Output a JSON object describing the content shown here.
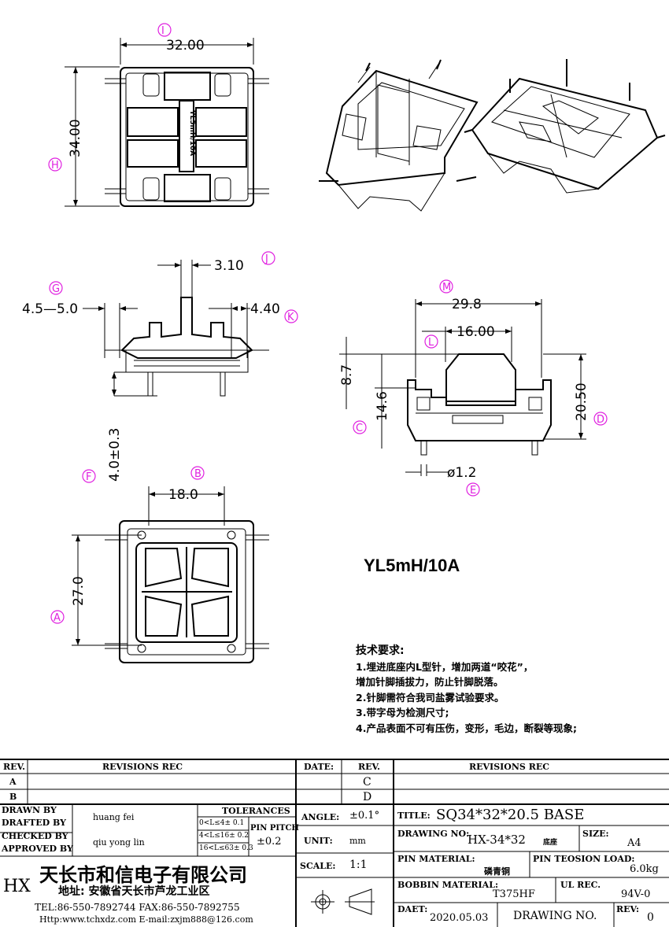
{
  "views": {
    "top": {
      "dim_width": "32.00",
      "dim_height": "34.00",
      "label_width": "I",
      "label_height": "H",
      "part_text": "YL5mH/10A"
    },
    "front": {
      "dim_pin_spacing": "3.10",
      "dim_left": "4.5—5.0",
      "dim_right": "4.40",
      "dim_pin_len": "4.0±0.3",
      "labels": {
        "j": "J",
        "g": "G",
        "k": "K",
        "f": "F"
      }
    },
    "side": {
      "dim_top": "29.8",
      "dim_inner": "16.00",
      "dim_h1": "8.7",
      "dim_h2": "14.6",
      "dim_h3": "20.50",
      "dim_pin": "ø1.2",
      "labels": {
        "m": "M",
        "l": "L",
        "c": "C",
        "d": "D",
        "e": "E"
      }
    },
    "bottom": {
      "dim_width": "18.0",
      "dim_height": "27.0",
      "labels": {
        "b": "B",
        "a": "A"
      }
    }
  },
  "model_name": "YL5mH/10A",
  "notes": {
    "title": "技术要求:",
    "items": [
      "1.埋进底座内L型针，增加两道“咬花”，",
      "   增加针脚插拔力，防止针脚脱落。",
      "2.针脚需符合我司盐雾试验要求。",
      "3.带字母为检测尺寸;",
      "4.产品表面不可有压伤，变形，毛边，断裂等现象;"
    ]
  },
  "title_block": {
    "rev_header": "REV.",
    "revisions_header": "REVISIONS  REC",
    "date_header": "DATE:",
    "rev2_header": "REV.",
    "revisions2_header": "REVISIONS  REC",
    "rev_a": "A",
    "rev_b": "B",
    "rev_c": "C",
    "rev_d": "D",
    "drawn_by_label": "DRAWN BY",
    "drafted_by_label": "DRAFTED BY",
    "drawn_by": "huang fei",
    "checked_by_label": "CHECKED BY",
    "approved_by_label": "APPROVED BY",
    "checked_by": "qiu yong lin",
    "tolerances_label": "TOLERANCES",
    "tol1": "0<L≤4± 0.1",
    "tol2": "4<L≤16± 0.2",
    "tol3": "16<L≤63± 0.3",
    "pin_pitch_label": "PIN PITCH",
    "pin_pitch": "±0.2",
    "angle_label": "ANGLE:",
    "angle": "±0.1°",
    "unit_label": "UNIT:",
    "unit": "mm",
    "scale_label": "SCALE:",
    "scale": "1:1",
    "title_label": "TITLE:",
    "title": "SQ34*32*20.5  BASE",
    "drawing_no_label": "DRAWING  NO:",
    "drawing_no": "HX-34*32",
    "drawing_no_suffix": "底座",
    "size_label": "SIZE:",
    "size": "A4",
    "pin_material_label": "PIN  MATERIAL:",
    "pin_material": "磷青铜",
    "pin_tension_label": "PIN TEOSION LOAD:",
    "pin_tension": "6.0kg",
    "bobbin_material_label": "BOBBIN  MATERIAL:",
    "bobbin_material": "T375HF",
    "ul_rec_label": "UL  REC.",
    "ul_rec": "94V-0",
    "date_label": "DAET:",
    "date": "2020.05.03",
    "drawing_no2_label": "DRAWING  NO.",
    "rev_label": "REV:",
    "rev": "0",
    "company_code": "HX",
    "company_name": "天长市和信电子有限公司",
    "address": "地址: 安徽省天长市芦龙工业区",
    "tel_fax": "TEL:86-550-7892744  FAX:86-550-7892755",
    "web_email": "Http:www.tchxdz.com    E-mail:zxjm888@126.com"
  }
}
